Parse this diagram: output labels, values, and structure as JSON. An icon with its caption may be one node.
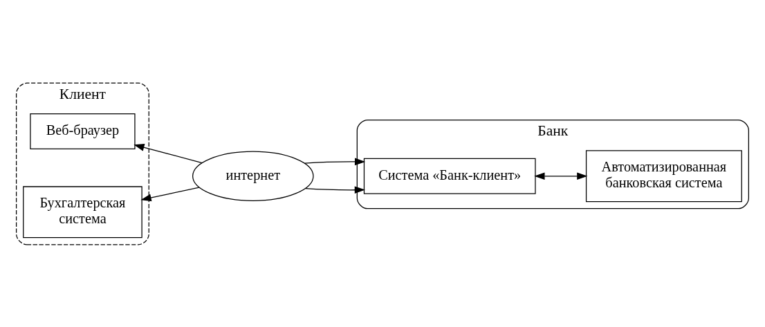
{
  "diagram": {
    "nodes": [
      {
        "text": [
          "Клиент"
        ]
      },
      {
        "text": [
          "Веб-браузер"
        ],
        "in": 0
      },
      {
        "text": [
          "Бухгалтерская система"
        ],
        "in": 0
      },
      {
        "text": [
          "интернет"
        ]
      },
      {
        "text": [
          "Банк"
        ]
      },
      {
        "text": [
          "Система «Банк-клиент»"
        ],
        "in": 4
      },
      {
        "text": [
          "Автоматизированная банковская система"
        ],
        "in": 4
      }
    ],
    "edges": [
      {
        "from": 3,
        "to": 1,
        "arrow": "to"
      },
      {
        "from": 3,
        "to": 2,
        "arrow": "to"
      },
      {
        "from": 3,
        "to": 5,
        "arrow": "to"
      },
      {
        "from": 3,
        "to": 5,
        "arrow": "to"
      },
      {
        "from": 5,
        "to": 6,
        "arrow": "both"
      }
    ]
  }
}
